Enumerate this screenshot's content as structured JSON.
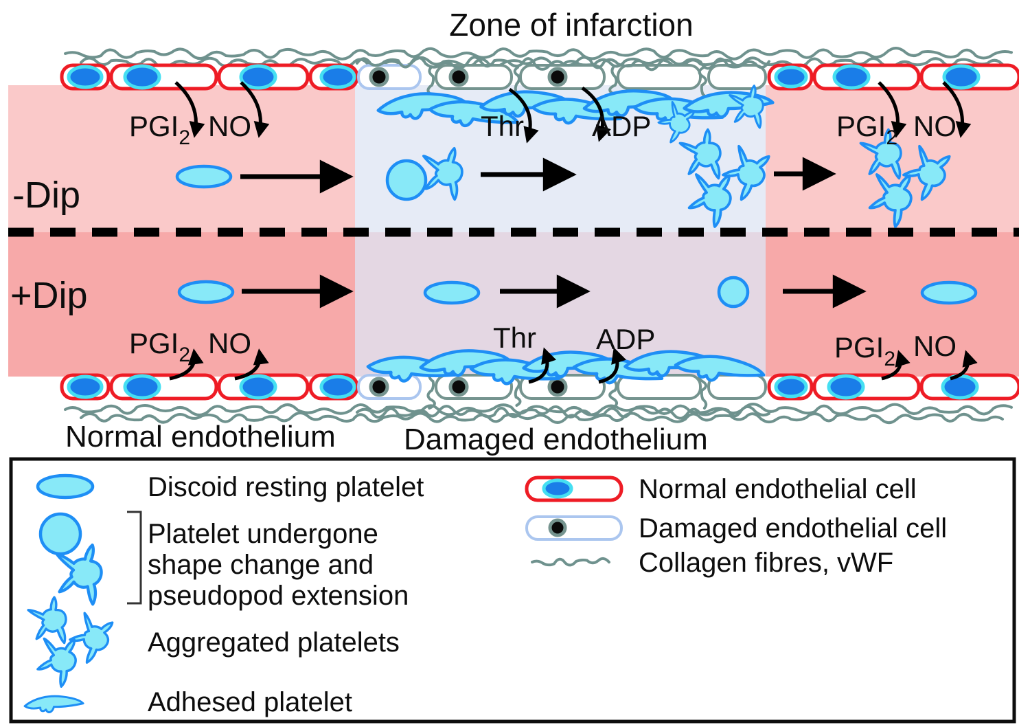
{
  "title": "Zone of infarction",
  "row_labels": {
    "minus_dip": "-Dip",
    "plus_dip": "+Dip"
  },
  "mediators": {
    "pgi2_main": "PGI",
    "pgi2_sub": "2",
    "no": "NO",
    "thr": "Thr",
    "adp": "ADP"
  },
  "endothelium_labels": {
    "normal": "Normal endothelium",
    "damaged": "Damaged endothelium"
  },
  "legend": {
    "discoid": "Discoid resting platelet",
    "shape_change_line1": "Platelet undergone",
    "shape_change_line2": "shape change and",
    "shape_change_line3": "pseudopod extension",
    "aggregated": "Aggregated platelets",
    "adhesed": "Adhesed platelet",
    "normal_cell": "Normal endothelial cell",
    "damaged_cell": "Damaged endothelial cell",
    "collagen": "Collagen fibres, vWF"
  },
  "colors": {
    "pink_top": "#fac9c9",
    "pink_bottom": "#f7a9a9",
    "infarct_top": "#e6ebf6",
    "infarct_bottom": "#e4d7e3",
    "platelet_fill": "#88e9f8",
    "platelet_stroke": "#1e8ef5",
    "normal_cell_border": "#ee1c25",
    "nucleus_blue": "#1a7de8",
    "nucleus_ring": "#45dff2",
    "damaged_cell_border": "#abc6ef",
    "damaged_cell_border2": "#75948f",
    "collagen": "#6f928e"
  }
}
